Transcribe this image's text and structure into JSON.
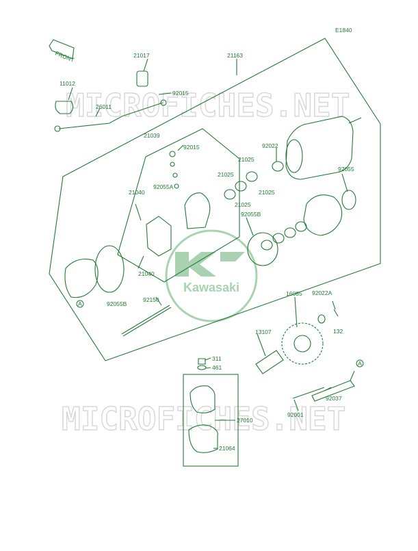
{
  "diagram": {
    "code": "E1840",
    "front_label": "FRONT",
    "brand": "Kawasaki",
    "watermark": "MICROFICHES.NET",
    "ref_marker": "A",
    "colors": {
      "line": "#1f7a34",
      "logo": "#a9d3b0",
      "watermark": "#d6d6d6"
    }
  },
  "parts": [
    {
      "num": "21017"
    },
    {
      "num": "21163"
    },
    {
      "num": "11012"
    },
    {
      "num": "92015"
    },
    {
      "num": "26011"
    },
    {
      "num": "21039"
    },
    {
      "num": "92015"
    },
    {
      "num": "92022"
    },
    {
      "num": "21025"
    },
    {
      "num": "21025"
    },
    {
      "num": "92055A"
    },
    {
      "num": "21040"
    },
    {
      "num": "21025"
    },
    {
      "num": "21025"
    },
    {
      "num": "92055"
    },
    {
      "num": "92055B"
    },
    {
      "num": "21040"
    },
    {
      "num": "92055B"
    },
    {
      "num": "92150"
    },
    {
      "num": "16085"
    },
    {
      "num": "92022A"
    },
    {
      "num": "13107"
    },
    {
      "num": "132"
    },
    {
      "num": "311"
    },
    {
      "num": "461"
    },
    {
      "num": "92037"
    },
    {
      "num": "92001"
    },
    {
      "num": "27010"
    },
    {
      "num": "21064"
    }
  ]
}
